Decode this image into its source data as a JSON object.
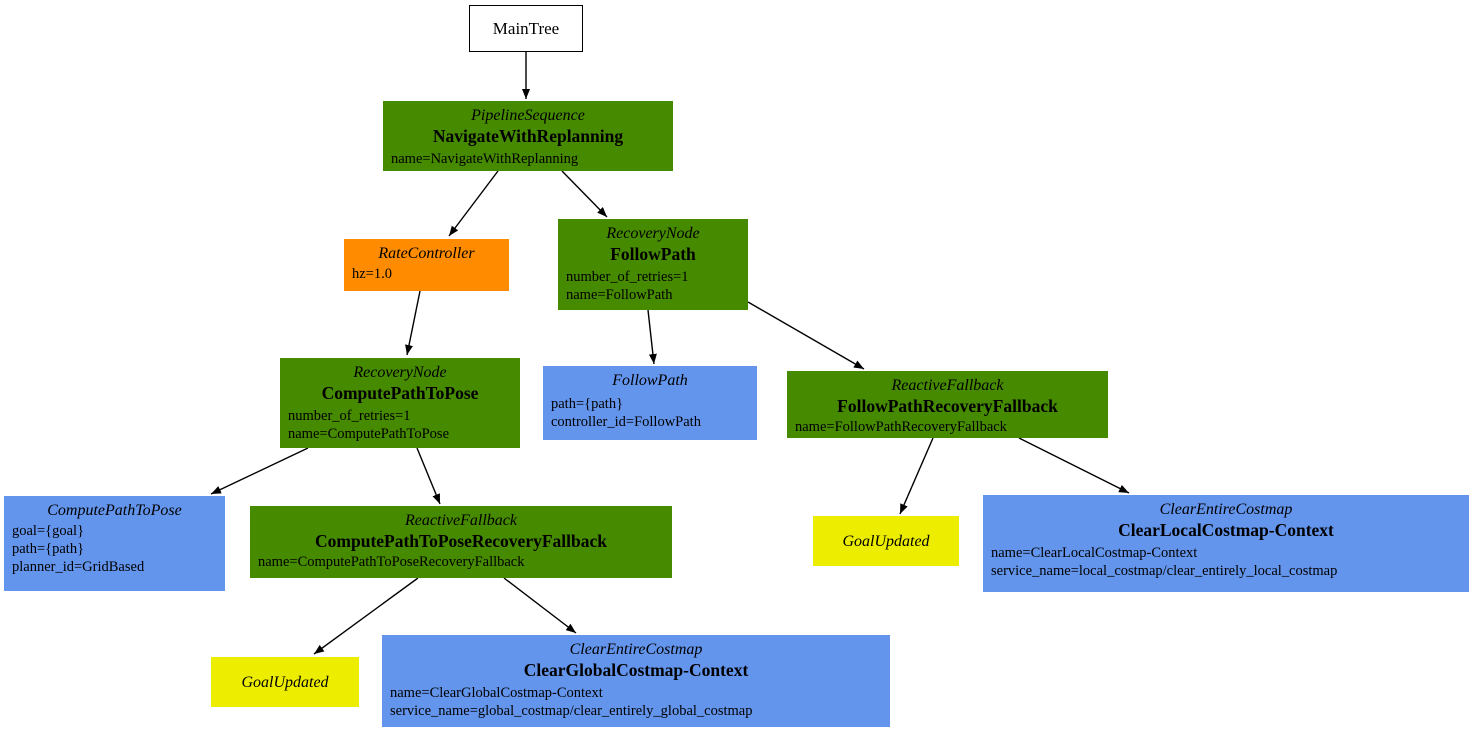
{
  "diagram": {
    "kind": "behavior-tree",
    "root_label": "MainTree"
  },
  "colors": {
    "control_node_fill": "#468A00",
    "decorator_node_fill": "#FF8C00",
    "action_node_fill": "#6495ED",
    "condition_node_fill": "#EDED00",
    "root_node_fill": "#FFFFFF",
    "edge_color": "#000000",
    "text_color": "#000000"
  },
  "nodes": [
    {
      "id": "maintree",
      "type": "MainTree",
      "params": []
    },
    {
      "id": "navigate_with_replanning",
      "type": "PipelineSequence",
      "name": "NavigateWithReplanning",
      "params": [
        "name=NavigateWithReplanning"
      ]
    },
    {
      "id": "rate_controller",
      "type": "RateController",
      "params": [
        "hz=1.0"
      ]
    },
    {
      "id": "recovery_follow_path",
      "type": "RecoveryNode",
      "name": "FollowPath",
      "params": [
        "number_of_retries=1",
        "name=FollowPath"
      ]
    },
    {
      "id": "recovery_compute_path",
      "type": "RecoveryNode",
      "name": "ComputePathToPose",
      "params": [
        "number_of_retries=1",
        "name=ComputePathToPose"
      ]
    },
    {
      "id": "follow_path_action",
      "type": "FollowPath",
      "params": [
        "path={path}",
        "controller_id=FollowPath"
      ]
    },
    {
      "id": "follow_path_recovery_fallback",
      "type": "ReactiveFallback",
      "name": "FollowPathRecoveryFallback",
      "params": [
        "name=FollowPathRecoveryFallback"
      ]
    },
    {
      "id": "compute_path_action",
      "type": "ComputePathToPose",
      "params": [
        "goal={goal}",
        "path={path}",
        "planner_id=GridBased"
      ]
    },
    {
      "id": "compute_path_recovery_fallback",
      "type": "ReactiveFallback",
      "name": "ComputePathToPoseRecoveryFallback",
      "params": [
        "name=ComputePathToPoseRecoveryFallback"
      ]
    },
    {
      "id": "goal_updated_right",
      "type": "GoalUpdated",
      "params": []
    },
    {
      "id": "clear_local_costmap",
      "type": "ClearEntireCostmap",
      "name": "ClearLocalCostmap-Context",
      "params": [
        "name=ClearLocalCostmap-Context",
        "service_name=local_costmap/clear_entirely_local_costmap"
      ]
    },
    {
      "id": "goal_updated_bottom",
      "type": "GoalUpdated",
      "params": []
    },
    {
      "id": "clear_global_costmap",
      "type": "ClearEntireCostmap",
      "name": "ClearGlobalCostmap-Context",
      "params": [
        "name=ClearGlobalCostmap-Context",
        "service_name=global_costmap/clear_entirely_global_costmap"
      ]
    }
  ],
  "edges": [
    {
      "from": "maintree",
      "to": "navigate_with_replanning"
    },
    {
      "from": "navigate_with_replanning",
      "to": "rate_controller"
    },
    {
      "from": "navigate_with_replanning",
      "to": "recovery_follow_path"
    },
    {
      "from": "rate_controller",
      "to": "recovery_compute_path"
    },
    {
      "from": "recovery_compute_path",
      "to": "compute_path_action"
    },
    {
      "from": "recovery_compute_path",
      "to": "compute_path_recovery_fallback"
    },
    {
      "from": "compute_path_recovery_fallback",
      "to": "goal_updated_bottom"
    },
    {
      "from": "compute_path_recovery_fallback",
      "to": "clear_global_costmap"
    },
    {
      "from": "recovery_follow_path",
      "to": "follow_path_action"
    },
    {
      "from": "recovery_follow_path",
      "to": "follow_path_recovery_fallback"
    },
    {
      "from": "follow_path_recovery_fallback",
      "to": "goal_updated_right"
    },
    {
      "from": "follow_path_recovery_fallback",
      "to": "clear_local_costmap"
    }
  ]
}
